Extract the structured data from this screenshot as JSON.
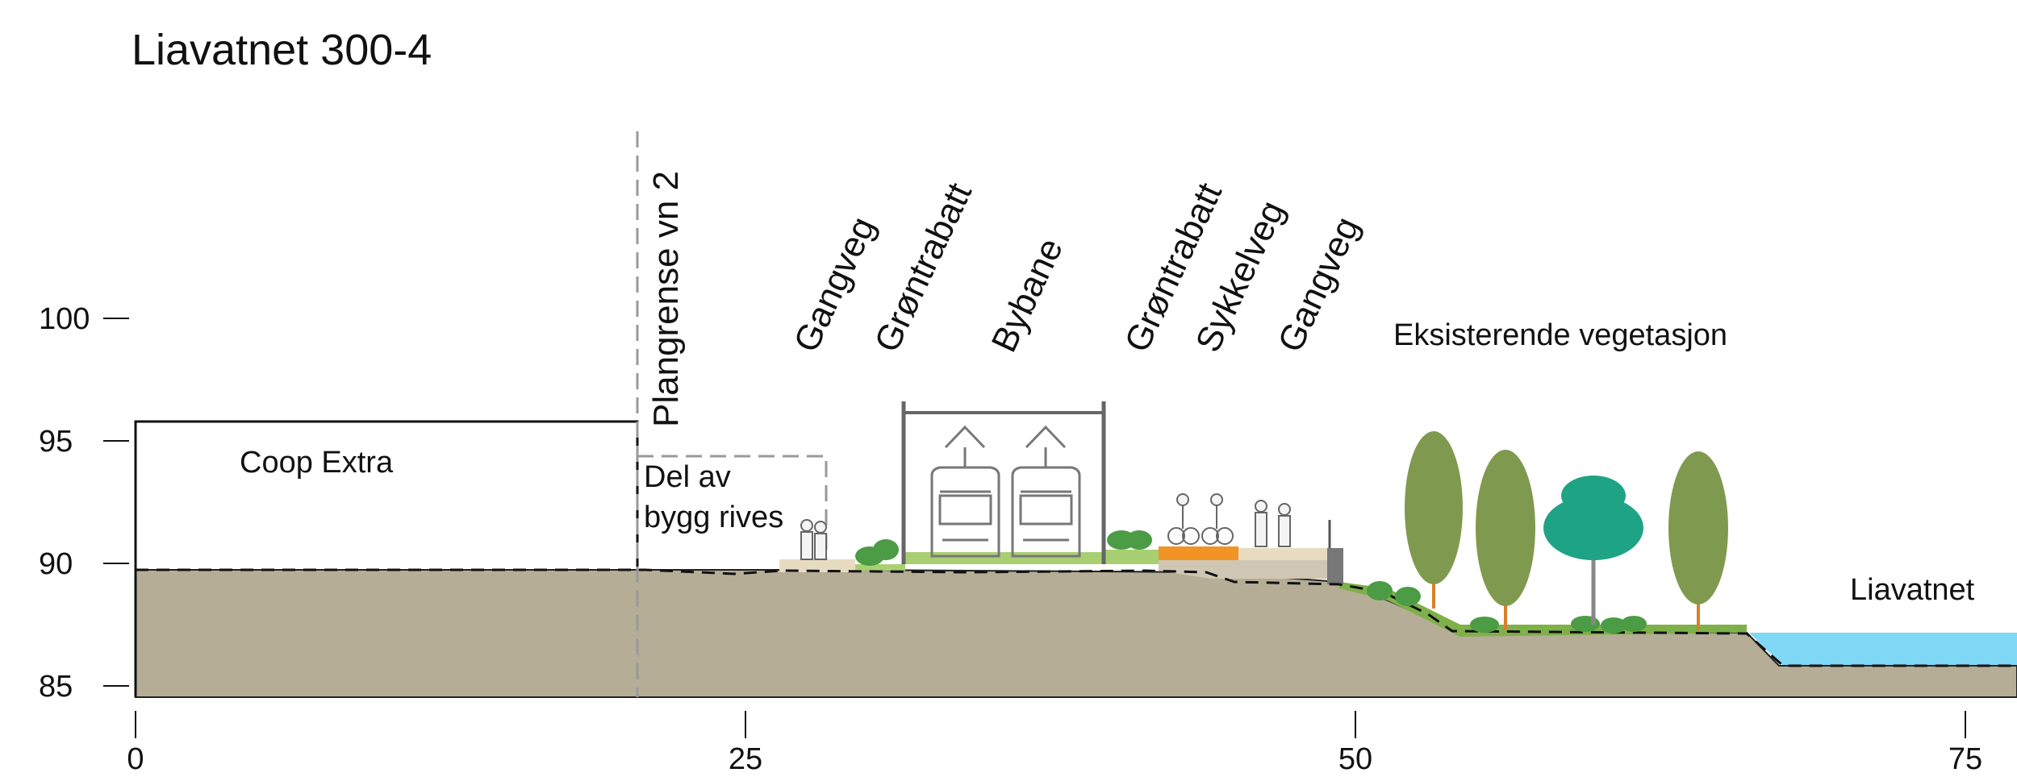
{
  "title": "Liavatnet 300-4",
  "y_ticks": [
    "100",
    "95",
    "90",
    "85"
  ],
  "x_ticks": [
    "0",
    "25",
    "50",
    "75"
  ],
  "plan_boundary_label": "Plangrense vn 2",
  "building_label": "Coop Extra",
  "demolition_label_line1": "Del av",
  "demolition_label_line2": "bygg rives",
  "zone_labels": [
    "Gangveg",
    "Grøntrabatt",
    "Bybane",
    "Grøntrabatt",
    "Sykkelveg",
    "Gangveg"
  ],
  "vegetation_label": "Eksisterende vegetasjon",
  "lake_label": "Liavatnet",
  "colors": {
    "terrain": "#b5ad96",
    "grass": "#a9cf73",
    "grass_dark": "#7fb04a",
    "bike_lane": "#f29425",
    "footpath": "#e7dcc1",
    "water": "#7fd8f5",
    "tree_foliage": "#7f9a4e",
    "tree_trunk": "#d8802a",
    "broadleaf_tree": "#1fa385",
    "shrub": "#4c9b45"
  }
}
